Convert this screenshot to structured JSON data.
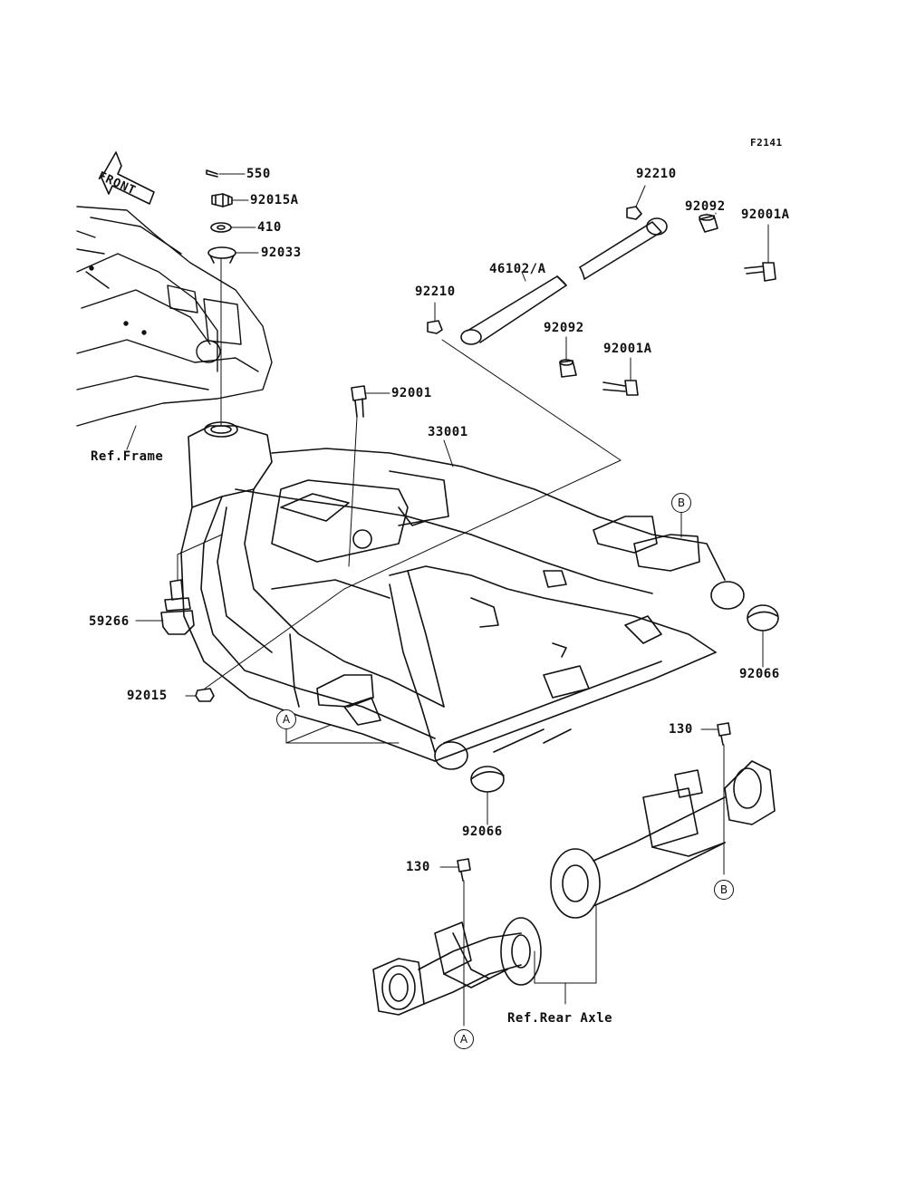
{
  "diagram_code": "F2141",
  "front_label": "FRONT",
  "parts": {
    "p550": "550",
    "p92015A": "92015A",
    "p410": "410",
    "p92033": "92033",
    "p92210_top": "92210",
    "p92092_top": "92092",
    "p92001A_top": "92001A",
    "p46102A": "46102/A",
    "p92210_left": "92210",
    "p92092_mid": "92092",
    "p92001A_mid": "92001A",
    "p92001": "92001",
    "p33001": "33001",
    "p59266": "59266",
    "p92015": "92015",
    "p92066_right": "92066",
    "p92066_bottom": "92066",
    "p130_right": "130",
    "p130_left": "130"
  },
  "refs": {
    "frame": "Ref.Frame",
    "rear_axle": "Ref.Rear Axle"
  },
  "markers": {
    "a_frame": "A",
    "b_frame": "B",
    "b_axle": "B",
    "a_axle": "A"
  }
}
